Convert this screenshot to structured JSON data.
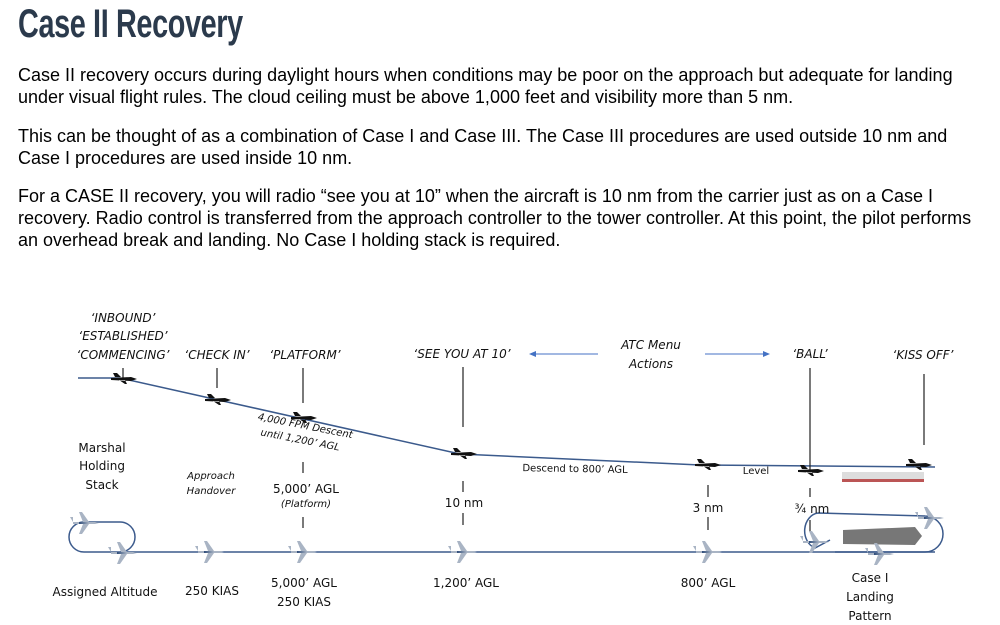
{
  "title": "Case II Recovery",
  "paragraphs": [
    "Case II recovery occurs during daylight hours when conditions may be poor on the approach but adequate for landing under visual flight rules. The cloud ceiling must be above 1,000 feet and visibility more than 5 nm.",
    "This can be thought of as a combination of Case I and Case III. The Case III procedures are used outside 10 nm and Case I procedures are used inside 10 nm.",
    "For a CASE II recovery, you will radio “see you at 10” when the aircraft is 10 nm from the carrier just as on a Case I recovery. Radio control is transferred from the approach controller to the tower controller. At this point, the pilot performs an overhead break and landing. No Case I holding stack is required."
  ],
  "diagram": {
    "calls": {
      "inbound": "‘INBOUND’",
      "established": "‘ESTABLISHED’",
      "commencing": "‘COMMENCING’",
      "check_in": "‘CHECK IN’",
      "platform": "‘PLATFORM’",
      "see_you_at_10": "‘SEE YOU AT 10’",
      "ball": "‘BALL’",
      "kiss_off": "‘KISS OFF’"
    },
    "atc_menu": [
      "ATC Menu",
      "Actions"
    ],
    "descent_note": [
      "4,000 FPM Descent",
      "until 1,200’ AGL"
    ],
    "descend_800": "Descend to 800’ AGL",
    "level": "Level",
    "marshal": [
      "Marshal",
      "Holding",
      "Stack"
    ],
    "approach_handover": [
      "Approach",
      "Handover"
    ],
    "platform_alt": "5,000’ AGL",
    "platform_paren": "(Platform)",
    "ten_nm": "10 nm",
    "three_nm": "3 nm",
    "three_quarter_nm": "¾ nm",
    "bottom": {
      "assigned_altitude": "Assigned Altitude",
      "kias_250": "250 KIAS",
      "agl_5000": "5,000’ AGL",
      "kias_250_b": "250 KIAS",
      "agl_1200": "1,200’ AGL",
      "agl_800": "800’ AGL",
      "case1": [
        "Case I",
        "Landing",
        "Pattern"
      ]
    },
    "colors": {
      "path": "#3b5a8c",
      "arrow": "#4472c4",
      "title": "#2b3a4c"
    }
  }
}
